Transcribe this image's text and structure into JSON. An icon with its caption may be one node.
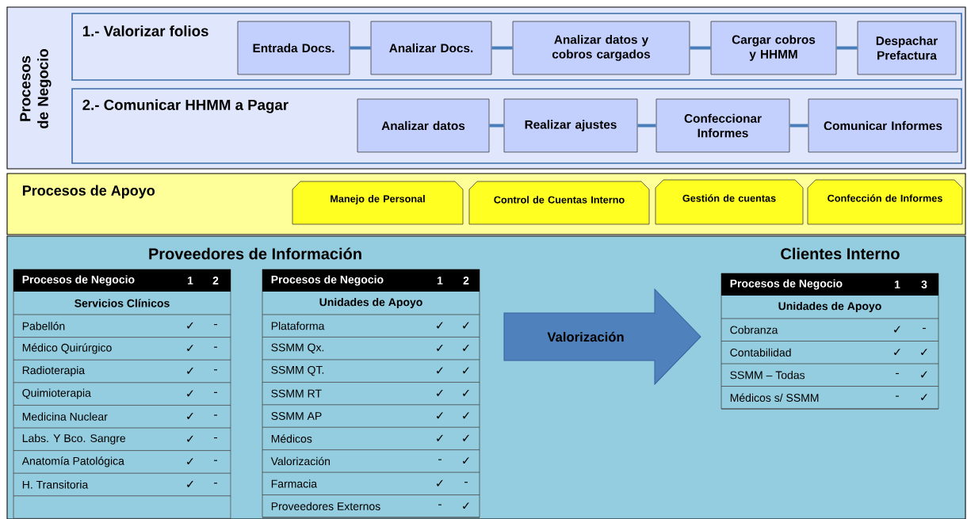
{
  "diagram": {
    "nodes": [
      {
        "text": [
          "Procesos de Negocio"
        ]
      },
      {
        "text": [
          "1.- Valorizar folios"
        ],
        "in": 0
      },
      {
        "text": [
          "Entrada Docs."
        ],
        "in": 1
      },
      {
        "text": [
          "Analizar Docs."
        ],
        "in": 1
      },
      {
        "text": [
          "Analizar datos y cobros cargados"
        ],
        "in": 1
      },
      {
        "text": [
          "Cargar cobros y HHMM"
        ],
        "in": 1
      },
      {
        "text": [
          "Despachar Prefactura"
        ],
        "in": 1
      },
      {
        "text": [
          "2.- Comunicar HHMM a Pagar"
        ],
        "in": 0
      },
      {
        "text": [
          "Analizar datos"
        ],
        "in": 7
      },
      {
        "text": [
          "Realizar ajustes"
        ],
        "in": 7
      },
      {
        "text": [
          "Confeccionar Informes"
        ],
        "in": 7
      },
      {
        "text": [
          "Comunicar Informes"
        ],
        "in": 7
      },
      {
        "text": [
          "Procesos de Apoyo"
        ]
      },
      {
        "text": [
          "Manejo de Personal"
        ],
        "in": 12
      },
      {
        "text": [
          "Control de Cuentas Interno"
        ],
        "in": 12
      },
      {
        "text": [
          "Gestión de cuentas"
        ],
        "in": 12
      },
      {
        "text": [
          "Confección de Informes"
        ],
        "in": 12
      },
      {
        "text": [
          "Proveedores de Información",
          "Clientes Interno"
        ]
      },
      {
        "text": [
          "Valorización"
        ],
        "in": 17
      }
    ],
    "edges": [
      {
        "from": 2,
        "to": 3,
        "arrow": "none"
      },
      {
        "from": 3,
        "to": 4,
        "arrow": "none"
      },
      {
        "from": 4,
        "to": 5,
        "arrow": "none"
      },
      {
        "from": 5,
        "to": 6,
        "arrow": "none"
      },
      {
        "from": 8,
        "to": 9,
        "arrow": "none"
      },
      {
        "from": 9,
        "to": 10,
        "arrow": "none"
      },
      {
        "from": 10,
        "to": 11,
        "arrow": "none"
      }
    ],
    "labels": [
      "Procesos de Negocio",
      "1",
      "2",
      "Servicios Clínicos",
      "Pabellón",
      "✓",
      "-",
      "Médico Quirúrgico",
      "✓",
      "-",
      "Radioterapia",
      "✓",
      "-",
      "Quimioterapia",
      "✓",
      "-",
      "Medicina Nuclear",
      "✓",
      "-",
      "Labs. Y Bco. Sangre",
      "✓",
      "-",
      "Anatomía Patológica",
      "✓",
      "-",
      "H. Transitoria",
      "✓",
      "-",
      "Procesos de Negocio",
      "1",
      "2",
      "Unidades de Apoyo",
      "Plataforma",
      "✓",
      "✓",
      "SSMM Qx.",
      "✓",
      "✓",
      "SSMM QT.",
      "✓",
      "✓",
      "SSMM RT",
      "✓",
      "✓",
      "SSMM AP",
      "✓",
      "✓",
      "Médicos",
      "✓",
      "✓",
      "Valorización",
      "-",
      "✓",
      "Farmacia",
      "✓",
      "-",
      "Proveedores Externos",
      "-",
      "✓",
      "Procesos de Negocio",
      "1",
      "3",
      "Unidades de Apoyo",
      "Cobranza",
      "✓",
      "-",
      "Contabilidad",
      "✓",
      "✓",
      "SSMM – Todas",
      "-",
      "✓",
      "Médicos s/ SSMM",
      "-",
      "✓"
    ]
  }
}
